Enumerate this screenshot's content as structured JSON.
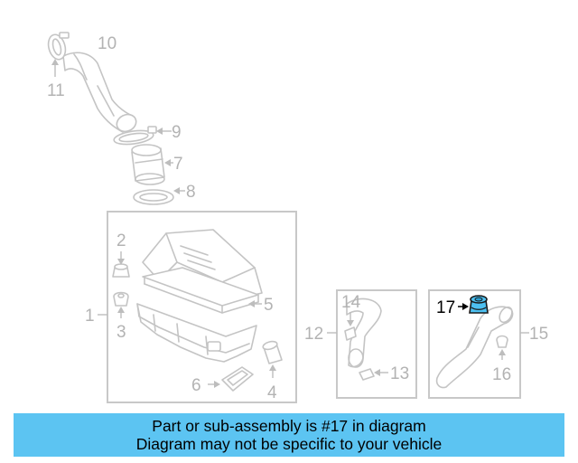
{
  "callouts": {
    "c1": "1",
    "c2": "2",
    "c3": "3",
    "c4": "4",
    "c5": "5",
    "c6": "6",
    "c7": "7",
    "c8": "8",
    "c9": "9",
    "c10": "10",
    "c11": "11",
    "c12": "12",
    "c13": "13",
    "c14": "14",
    "c15": "15",
    "c16": "16",
    "c17": "17"
  },
  "highlight": {
    "part": "17",
    "color": "#4dc0f0"
  },
  "banner": {
    "line1": "Part or sub-assembly is #17 in diagram",
    "line2": "Diagram may not be specific to your vehicle",
    "background": "#5cc4f2"
  }
}
